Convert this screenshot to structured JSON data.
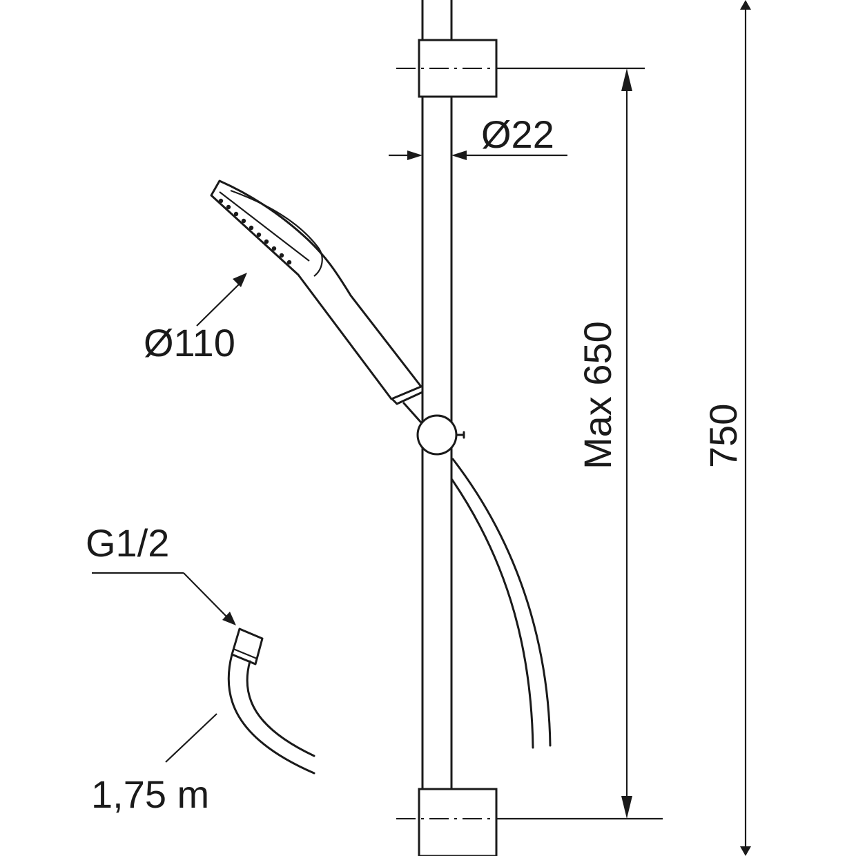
{
  "drawing": {
    "rail_diameter": "Ø22",
    "handshower_diameter": "Ø110",
    "max_height": "Max 650",
    "total_height": "750",
    "connection_thread": "G1/2",
    "hose_length": "1,75 m"
  }
}
